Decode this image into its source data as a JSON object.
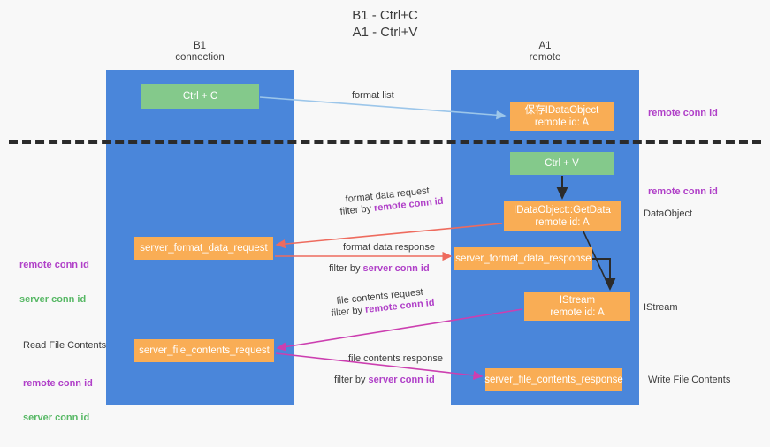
{
  "title": "B1 - Ctrl+C\nA1 - Ctrl+V",
  "columns": [
    {
      "name": "B1",
      "role": "connection",
      "label": "B1\nconnection"
    },
    {
      "name": "A1",
      "role": "remote",
      "label": "A1\nremote"
    }
  ],
  "nodes": {
    "ctrl_c": {
      "line1": "Ctrl + C",
      "line2": "",
      "color": "#84c98b"
    },
    "save_dataobject": {
      "line1": "保存IDataObject",
      "line2": "remote id: A",
      "color": "#f9ad55"
    },
    "ctrl_v": {
      "line1": "Ctrl + V",
      "line2": "",
      "color": "#84c98b"
    },
    "getdata": {
      "line1": "IDataObject::GetData",
      "line2": "remote id: A",
      "color": "#f9ad55"
    },
    "server_format_data_request": {
      "line1": "server_format_data_request",
      "line2": "",
      "color": "#f9ad55"
    },
    "server_format_data_response": {
      "line1": "server_format_data_response",
      "line2": "",
      "color": "#f9ad55"
    },
    "istream": {
      "line1": "IStream",
      "line2": "remote id: A",
      "color": "#f9ad55"
    },
    "server_file_contents_request": {
      "line1": "server_file_contents_request",
      "line2": "",
      "color": "#f9ad55"
    },
    "server_file_contents_response": {
      "line1": "server_file_contents_response",
      "line2": "",
      "color": "#f9ad55"
    }
  },
  "edge_labels": {
    "format_list": "format list",
    "format_data_request": "format data request",
    "format_data_request_filter_prefix": "filter by ",
    "format_data_request_filter_key": "remote conn id",
    "format_data_response": "format data response",
    "format_data_response_filter_prefix": "filter by ",
    "format_data_response_filter_key": "server conn id",
    "file_contents_request": "file contents request",
    "file_contents_request_filter_prefix": "filter by ",
    "file_contents_request_filter_key": "remote conn id",
    "file_contents_response": "file contents response",
    "file_contents_response_filter_prefix": "filter by ",
    "file_contents_response_filter_key": "server conn id"
  },
  "annotations": {
    "remote_conn_id_top": "remote conn id",
    "remote_conn_id_mid": "remote conn id",
    "dataobject": "DataObject",
    "istream": "IStream",
    "write_file_contents": "Write File Contents",
    "read_file_contents": "Read File Contents",
    "left_remote_conn_id_1": "remote conn id",
    "left_server_conn_id_1": "server conn id",
    "left_remote_conn_id_2": "remote conn id",
    "left_server_conn_id_2": "server conn id"
  },
  "colors": {
    "lane": "#4a86da",
    "node_green": "#84c98b",
    "node_orange": "#f9ad55",
    "highlight_purple": "#b040c8",
    "highlight_green": "#57b865",
    "arrow_blue": "#9cc6ea",
    "arrow_red": "#ee6b5e",
    "arrow_magenta": "#cc3fb0",
    "arrow_dark": "#2b2b2b",
    "divider": "#2b2b2b",
    "background": "#f8f8f8"
  }
}
